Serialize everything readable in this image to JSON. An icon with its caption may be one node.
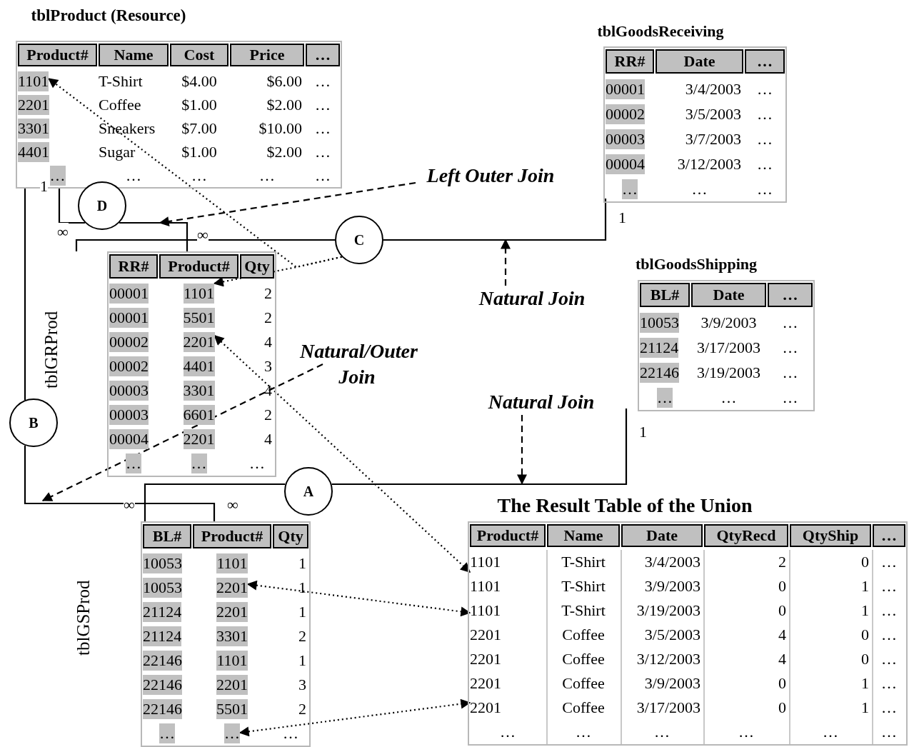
{
  "diagram": {
    "nodes": [
      {
        "text": [
          "tblProduct (Resource)",
          "Product#",
          "Name",
          "Cost",
          "Price",
          "…",
          "T-Shirt",
          "$4.00",
          "$6.00",
          "…",
          "2201",
          "Coffee",
          "$1.00",
          "$2.00",
          "…",
          "3301",
          "Sneakers",
          "$7.00",
          "$10.00",
          "…",
          "4401",
          "Sugar",
          "$1.00",
          "$2.00",
          "…",
          "…",
          "…",
          "…",
          "…",
          "…"
        ]
      },
      {
        "text": [
          "1101"
        ],
        "in": 0
      },
      {
        "text": [
          "tblGoodsReceiving",
          "RR#",
          "Date",
          "…",
          "00001",
          "3/4/2003",
          "…",
          "00002",
          "3/5/2003",
          "…",
          "00003",
          "3/7/2003",
          "…",
          "00004",
          "3/12/2003",
          "…",
          "…",
          "…",
          "…"
        ]
      },
      {
        "text": [
          "tblGRProd",
          "RR#",
          "Product#",
          "Qty",
          "00001",
          "2",
          "00001",
          "5501",
          "2",
          "00002",
          "4",
          "00002",
          "4401",
          "3",
          "00003",
          "3301",
          "4",
          "00003",
          "6601",
          "2",
          "00004",
          "2201",
          "4",
          "…",
          "…",
          "…"
        ]
      },
      {
        "text": [
          "1101"
        ],
        "in": 3
      },
      {
        "text": [
          "2201"
        ],
        "in": 3
      },
      {
        "text": [
          "tblGoodsShipping",
          "BL#",
          "Date",
          "…",
          "10053",
          "3/9/2003",
          "…",
          "21124",
          "3/17/2003",
          "…",
          "22146",
          "3/19/2003",
          "…",
          "…",
          "…",
          "…"
        ]
      },
      {
        "text": [
          "tblGSProd",
          "BL#",
          "Product#",
          "Qty",
          "10053",
          "1101",
          "1",
          "10053",
          "1",
          "21124",
          "2201",
          "1",
          "21124",
          "3301",
          "2",
          "22146",
          "1101",
          "1",
          "22146",
          "2201",
          "3",
          "22146",
          "5501",
          "2",
          "…",
          "…"
        ]
      },
      {
        "text": [
          "2201"
        ],
        "in": 7
      },
      {
        "text": [
          "…"
        ],
        "in": 7
      },
      {
        "text": [
          "The Result Table of the Union",
          "Product#",
          "Name",
          "Date",
          "QtyRecd",
          "QtyShip",
          "…",
          "T-Shirt",
          "3/4/2003",
          "2",
          "0",
          "…",
          "1101",
          "T-Shirt",
          "3/9/2003",
          "0",
          "1",
          "…",
          "T-Shirt",
          "3/19/2003",
          "0",
          "1",
          "…",
          "2201",
          "Coffee",
          "3/5/2003",
          "4",
          "0",
          "…",
          "2201",
          "Coffee",
          "3/12/2003",
          "4",
          "0",
          "…",
          "2201",
          "Coffee",
          "3/9/2003",
          "0",
          "1",
          "…",
          "Coffee",
          "3/17/2003",
          "0",
          "1",
          "…",
          "…",
          "…",
          "…",
          "…",
          "…",
          "…"
        ]
      },
      {
        "text": [
          "1101"
        ],
        "in": 10
      },
      {
        "text": [
          "1101"
        ],
        "in": 10
      },
      {
        "text": [
          "2201"
        ],
        "in": 10
      },
      {
        "text": [
          "D"
        ]
      },
      {
        "text": [
          "C"
        ]
      },
      {
        "text": [
          "B"
        ]
      },
      {
        "text": [
          "A"
        ]
      },
      {
        "text": [
          "Left Outer Join"
        ]
      },
      {
        "text": [
          "Natural Join"
        ]
      },
      {
        "text": [
          "Natural/Outer Join"
        ]
      },
      {
        "text": [
          "Natural Join"
        ]
      }
    ],
    "edges": [
      {
        "from": 0,
        "to": 14,
        "arrow": "none"
      },
      {
        "from": 14,
        "to": 3,
        "arrow": "none"
      },
      {
        "from": 2,
        "to": 15,
        "arrow": "none"
      },
      {
        "from": 15,
        "to": 3,
        "arrow": "none"
      },
      {
        "from": 0,
        "to": 16,
        "arrow": "none"
      },
      {
        "from": 16,
        "to": 7,
        "arrow": "none"
      },
      {
        "from": 6,
        "to": 17,
        "arrow": "none"
      },
      {
        "from": 17,
        "to": 7,
        "arrow": "none"
      },
      {
        "from": 18,
        "to": null,
        "arrow": "to",
        "style": "dashed"
      },
      {
        "from": 19,
        "to": null,
        "arrow": "to",
        "style": "dashed"
      },
      {
        "from": 20,
        "to": null,
        "arrow": "to",
        "style": "dashed"
      },
      {
        "from": 21,
        "to": null,
        "arrow": "to",
        "style": "dashed"
      },
      {
        "from": 15,
        "to": 1,
        "arrow": "to",
        "style": "dashed"
      },
      {
        "from": 15,
        "to": 4,
        "arrow": "to",
        "style": "dashed"
      },
      {
        "from": 5,
        "to": 11,
        "arrow": "both",
        "style": "dashed"
      },
      {
        "from": 8,
        "to": 12,
        "arrow": "both",
        "style": "dashed"
      },
      {
        "from": 9,
        "to": 13,
        "arrow": "both",
        "style": "dashed"
      }
    ],
    "labels": [
      "1",
      "∞",
      "∞",
      "1",
      "1",
      "∞",
      "∞"
    ]
  }
}
